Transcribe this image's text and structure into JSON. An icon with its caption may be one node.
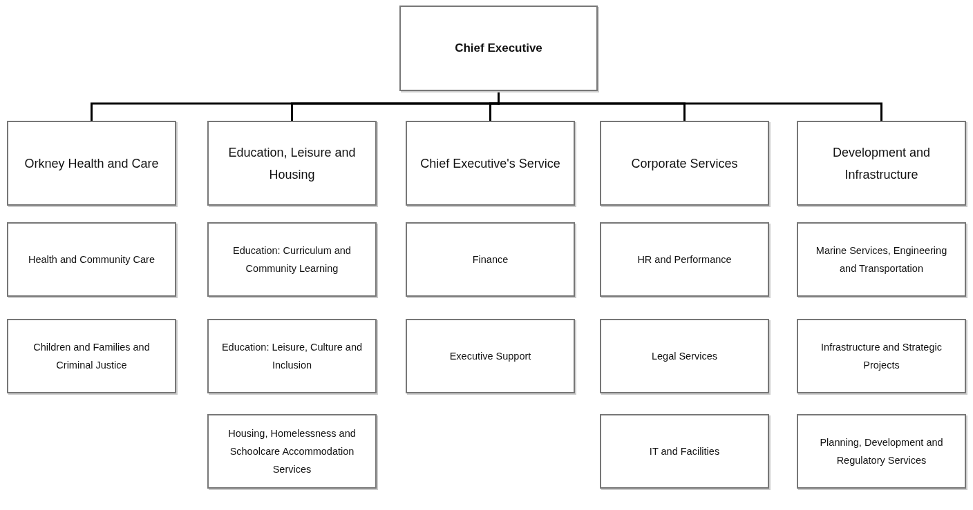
{
  "diagram": {
    "nodes": [
      {
        "text": [
          "Chief Executive"
        ]
      },
      {
        "text": [
          "Orkney Health and Care"
        ]
      },
      {
        "text": [
          "Education, Leisure and Housing"
        ]
      },
      {
        "text": [
          "Chief Executive's Service"
        ]
      },
      {
        "text": [
          "Corporate Services"
        ]
      },
      {
        "text": [
          "Development and Infrastructure"
        ]
      },
      {
        "text": [
          "Health and Community Care"
        ]
      },
      {
        "text": [
          "Education: Curriculum and Community Learning"
        ]
      },
      {
        "text": [
          "Finance"
        ]
      },
      {
        "text": [
          "HR and Performance"
        ]
      },
      {
        "text": [
          "Marine Services, Engineering and Transportation"
        ]
      },
      {
        "text": [
          "Children and Families and Criminal Justice"
        ]
      },
      {
        "text": [
          "Education: Leisure, Culture and Inclusion"
        ]
      },
      {
        "text": [
          "Executive Support"
        ]
      },
      {
        "text": [
          "Legal Services"
        ]
      },
      {
        "text": [
          "Infrastructure and Strategic Projects"
        ]
      },
      {
        "text": [
          "Housing, Homelessness and Schoolcare Accommodation Services"
        ]
      },
      {
        "text": [
          "IT and Facilities"
        ]
      },
      {
        "text": [
          "Planning, Development and Regulatory Services"
        ]
      }
    ],
    "edges": [
      {
        "from": 0,
        "to": 1,
        "arrow": "none"
      },
      {
        "from": 0,
        "to": 2,
        "arrow": "none"
      },
      {
        "from": 0,
        "to": 3,
        "arrow": "none"
      },
      {
        "from": 0,
        "to": 4,
        "arrow": "none"
      },
      {
        "from": 0,
        "to": 5,
        "arrow": "none"
      }
    ]
  }
}
